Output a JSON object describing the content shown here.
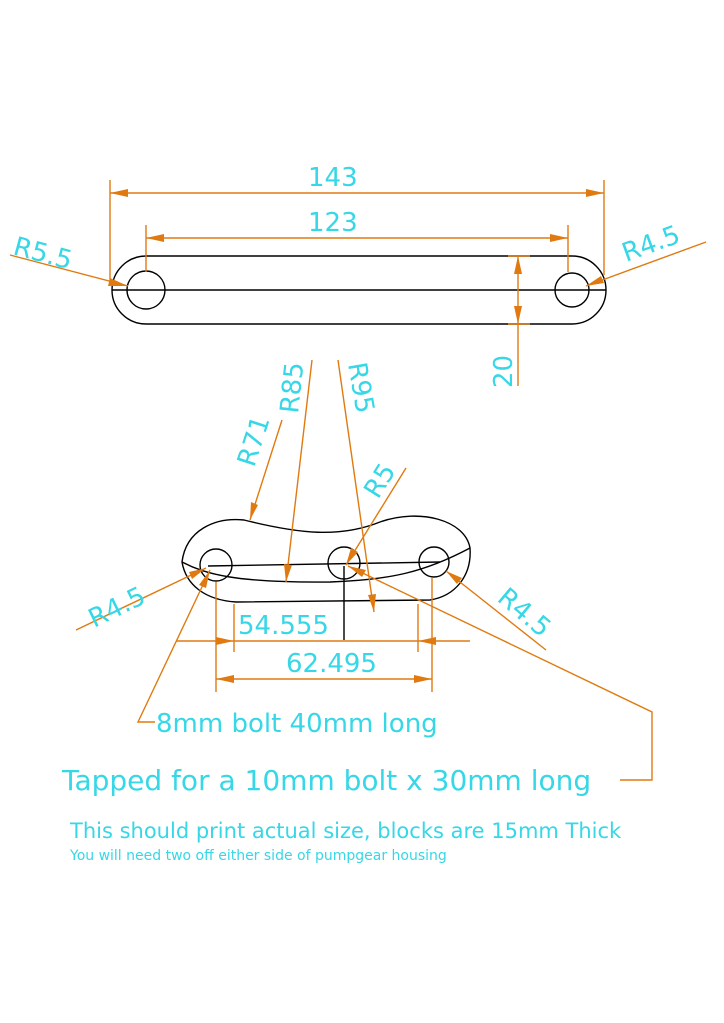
{
  "colors": {
    "outline": "#000000",
    "dimension": "#e07a10",
    "text": "#36d7e6",
    "background": "#ffffff"
  },
  "top_part": {
    "overall_length": "143",
    "hole_spacing": "123",
    "width": "20",
    "left_radius": "R5.5",
    "right_radius": "R4.5"
  },
  "bottom_part": {
    "r71": "R71",
    "r85": "R85",
    "r95": "R95",
    "r5": "R5",
    "left_radius": "R4.5",
    "right_radius": "R4.5",
    "dim_inner": "54.555",
    "dim_outer": "62.495"
  },
  "notes": {
    "bolt_note": "8mm bolt 40mm long",
    "tapped_note": "Tapped for a 10mm bolt x 30mm long",
    "print_note": "This should print actual size, blocks are 15mm Thick",
    "housing_note": "You will need two off either side of pumpgear housing"
  }
}
